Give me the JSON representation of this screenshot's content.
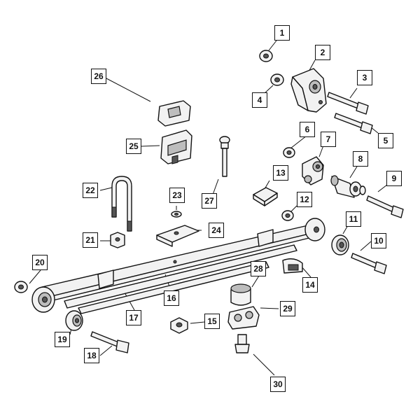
{
  "figure": {
    "callouts": [
      "1",
      "2",
      "3",
      "4",
      "5",
      "6",
      "7",
      "8",
      "9",
      "10",
      "11",
      "12",
      "13",
      "14",
      "15",
      "16",
      "17",
      "18",
      "19",
      "20",
      "21",
      "22",
      "23",
      "24",
      "25",
      "26",
      "27",
      "28",
      "29",
      "30"
    ]
  },
  "colors": {
    "line": "#111111",
    "fill": "#f2f2f2",
    "shade": "#bdbdbd",
    "background": "#ffffff"
  }
}
